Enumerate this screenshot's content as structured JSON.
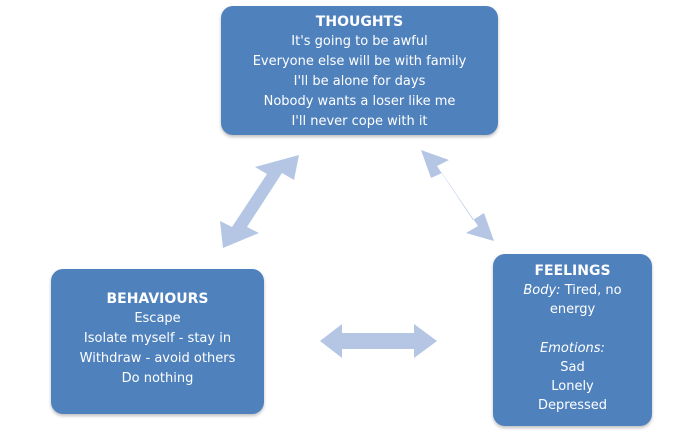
{
  "colors": {
    "box_fill": "#4f81bd",
    "arrow_fill": "#b4c6e4",
    "text": "#ffffff"
  },
  "thoughts": {
    "title": "THOUGHTS",
    "lines": [
      "It's going to be awful",
      "Everyone else will be with family",
      "I'll be alone for days",
      "Nobody wants a loser like me",
      "I'll never cope with it"
    ]
  },
  "behaviours": {
    "title": "BEHAVIOURS",
    "lines": [
      "Escape",
      "Isolate myself - stay in",
      "Withdraw - avoid others",
      "Do nothing"
    ]
  },
  "feelings": {
    "title": "FEELINGS",
    "body_label": "Body:",
    "body_text": " Tired, no energy",
    "emotions_label": "Emotions:",
    "emotions": [
      "Sad",
      "Lonely",
      "Depressed"
    ]
  },
  "arrows": [
    {
      "from": "thoughts",
      "to": "behaviours"
    },
    {
      "from": "thoughts",
      "to": "feelings"
    },
    {
      "from": "behaviours",
      "to": "feelings"
    }
  ]
}
